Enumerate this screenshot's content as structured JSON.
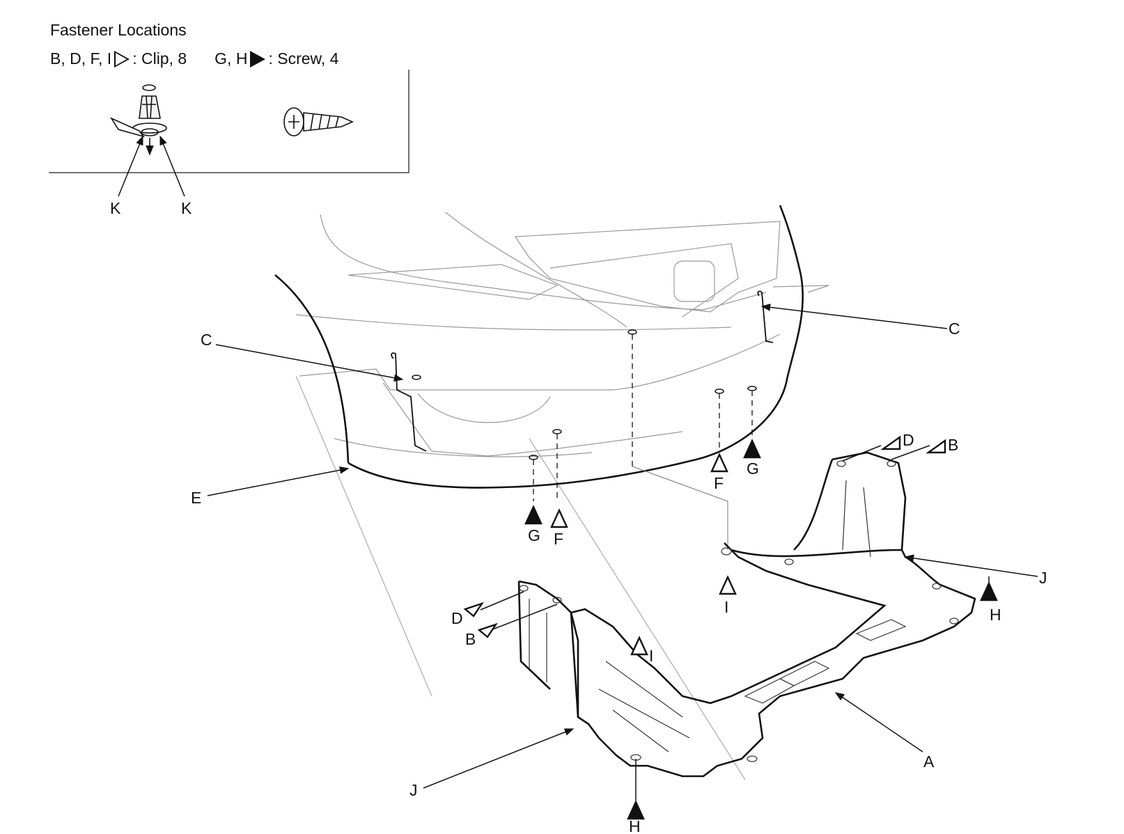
{
  "legend": {
    "title": "Fastener Locations",
    "clip_letters": "B, D, F, I",
    "clip_text": ": Clip, 8",
    "screw_letters": "G, H",
    "screw_text": ": Screw, 4"
  },
  "callouts": {
    "A": "A",
    "B": "B",
    "C": "C",
    "D": "D",
    "E": "E",
    "F": "F",
    "G": "G",
    "H": "H",
    "I": "I",
    "J": "J",
    "K": "K"
  }
}
